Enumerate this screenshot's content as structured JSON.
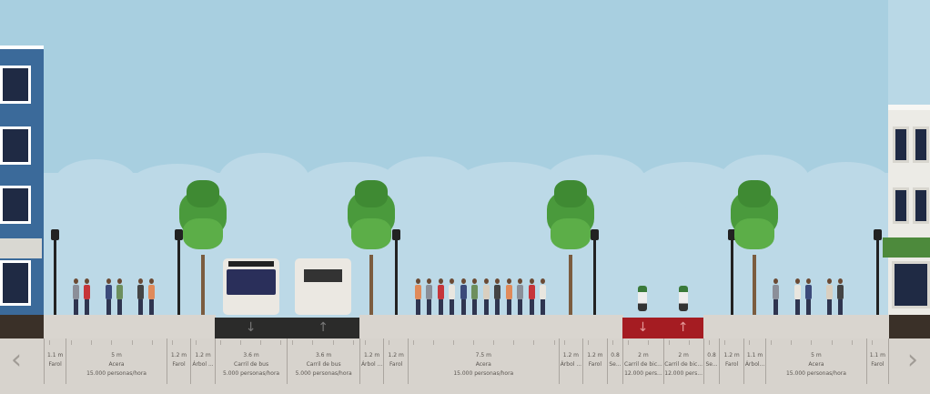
{
  "colors": {
    "sky": "#a8cfe0",
    "sidewalk": "#d9d5cf",
    "bus_lane": "#2b2b2a",
    "bike_lane": "#a51c22",
    "tree": "#4a9a3c",
    "building_left": "#3b6a9a"
  },
  "navigation": {
    "prev_icon": "chevron-left-icon",
    "next_icon": "chevron-right-icon",
    "prev": "‹",
    "next": "›"
  },
  "segments": [
    {
      "type": "lamp",
      "width_m": 1.1,
      "width": "1.1 m",
      "name": "Farol"
    },
    {
      "type": "sidewalk",
      "width_m": 5,
      "width": "5 m",
      "name": "Acera",
      "capacity": "15.000 personas/hora"
    },
    {
      "type": "lamp",
      "width_m": 1.2,
      "width": "1.2 m",
      "name": "Farol"
    },
    {
      "type": "tree",
      "width_m": 1.2,
      "width": "1.2 m",
      "name": "Árbol ..."
    },
    {
      "type": "bus",
      "dir": "down",
      "width_m": 3.6,
      "width": "3.6 m",
      "name": "Carril de bus",
      "capacity": "5.000 personas/hora"
    },
    {
      "type": "bus",
      "dir": "up",
      "width_m": 3.6,
      "width": "3.6 m",
      "name": "Carril de bus",
      "capacity": "5.000 personas/hora"
    },
    {
      "type": "tree",
      "width_m": 1.2,
      "width": "1.2 m",
      "name": "Árbol ..."
    },
    {
      "type": "lamp",
      "width_m": 1.2,
      "width": "1.2 m",
      "name": "Farol"
    },
    {
      "type": "sidewalk",
      "width_m": 7.5,
      "width": "7.5 m",
      "name": "Acera",
      "capacity": "15.000 personas/hora"
    },
    {
      "type": "tree",
      "width_m": 1.2,
      "width": "1.2 m",
      "name": "Árbol ..."
    },
    {
      "type": "lamp",
      "width_m": 1.2,
      "width": "1.2 m",
      "name": "Farol"
    },
    {
      "type": "divider",
      "width_m": 0.8,
      "width": "0.8",
      "name": "Se..."
    },
    {
      "type": "bike",
      "dir": "down",
      "width_m": 2,
      "width": "2 m",
      "name": "Carril de bic...",
      "capacity": "12.000 pers..."
    },
    {
      "type": "bike",
      "dir": "up",
      "width_m": 2,
      "width": "2 m",
      "name": "Carril de bic...",
      "capacity": "12.000 pers..."
    },
    {
      "type": "divider",
      "width_m": 0.8,
      "width": "0.8",
      "name": "Se..."
    },
    {
      "type": "lamp",
      "width_m": 1.2,
      "width": "1.2 m",
      "name": "Farol"
    },
    {
      "type": "tree",
      "width_m": 1.1,
      "width": "1.1 m",
      "name": "Árbol..."
    },
    {
      "type": "sidewalk",
      "width_m": 5,
      "width": "5 m",
      "name": "Acera",
      "capacity": "15.000 personas/hora"
    },
    {
      "type": "lamp",
      "width_m": 1.1,
      "width": "1.1 m",
      "name": "Farol"
    }
  ]
}
